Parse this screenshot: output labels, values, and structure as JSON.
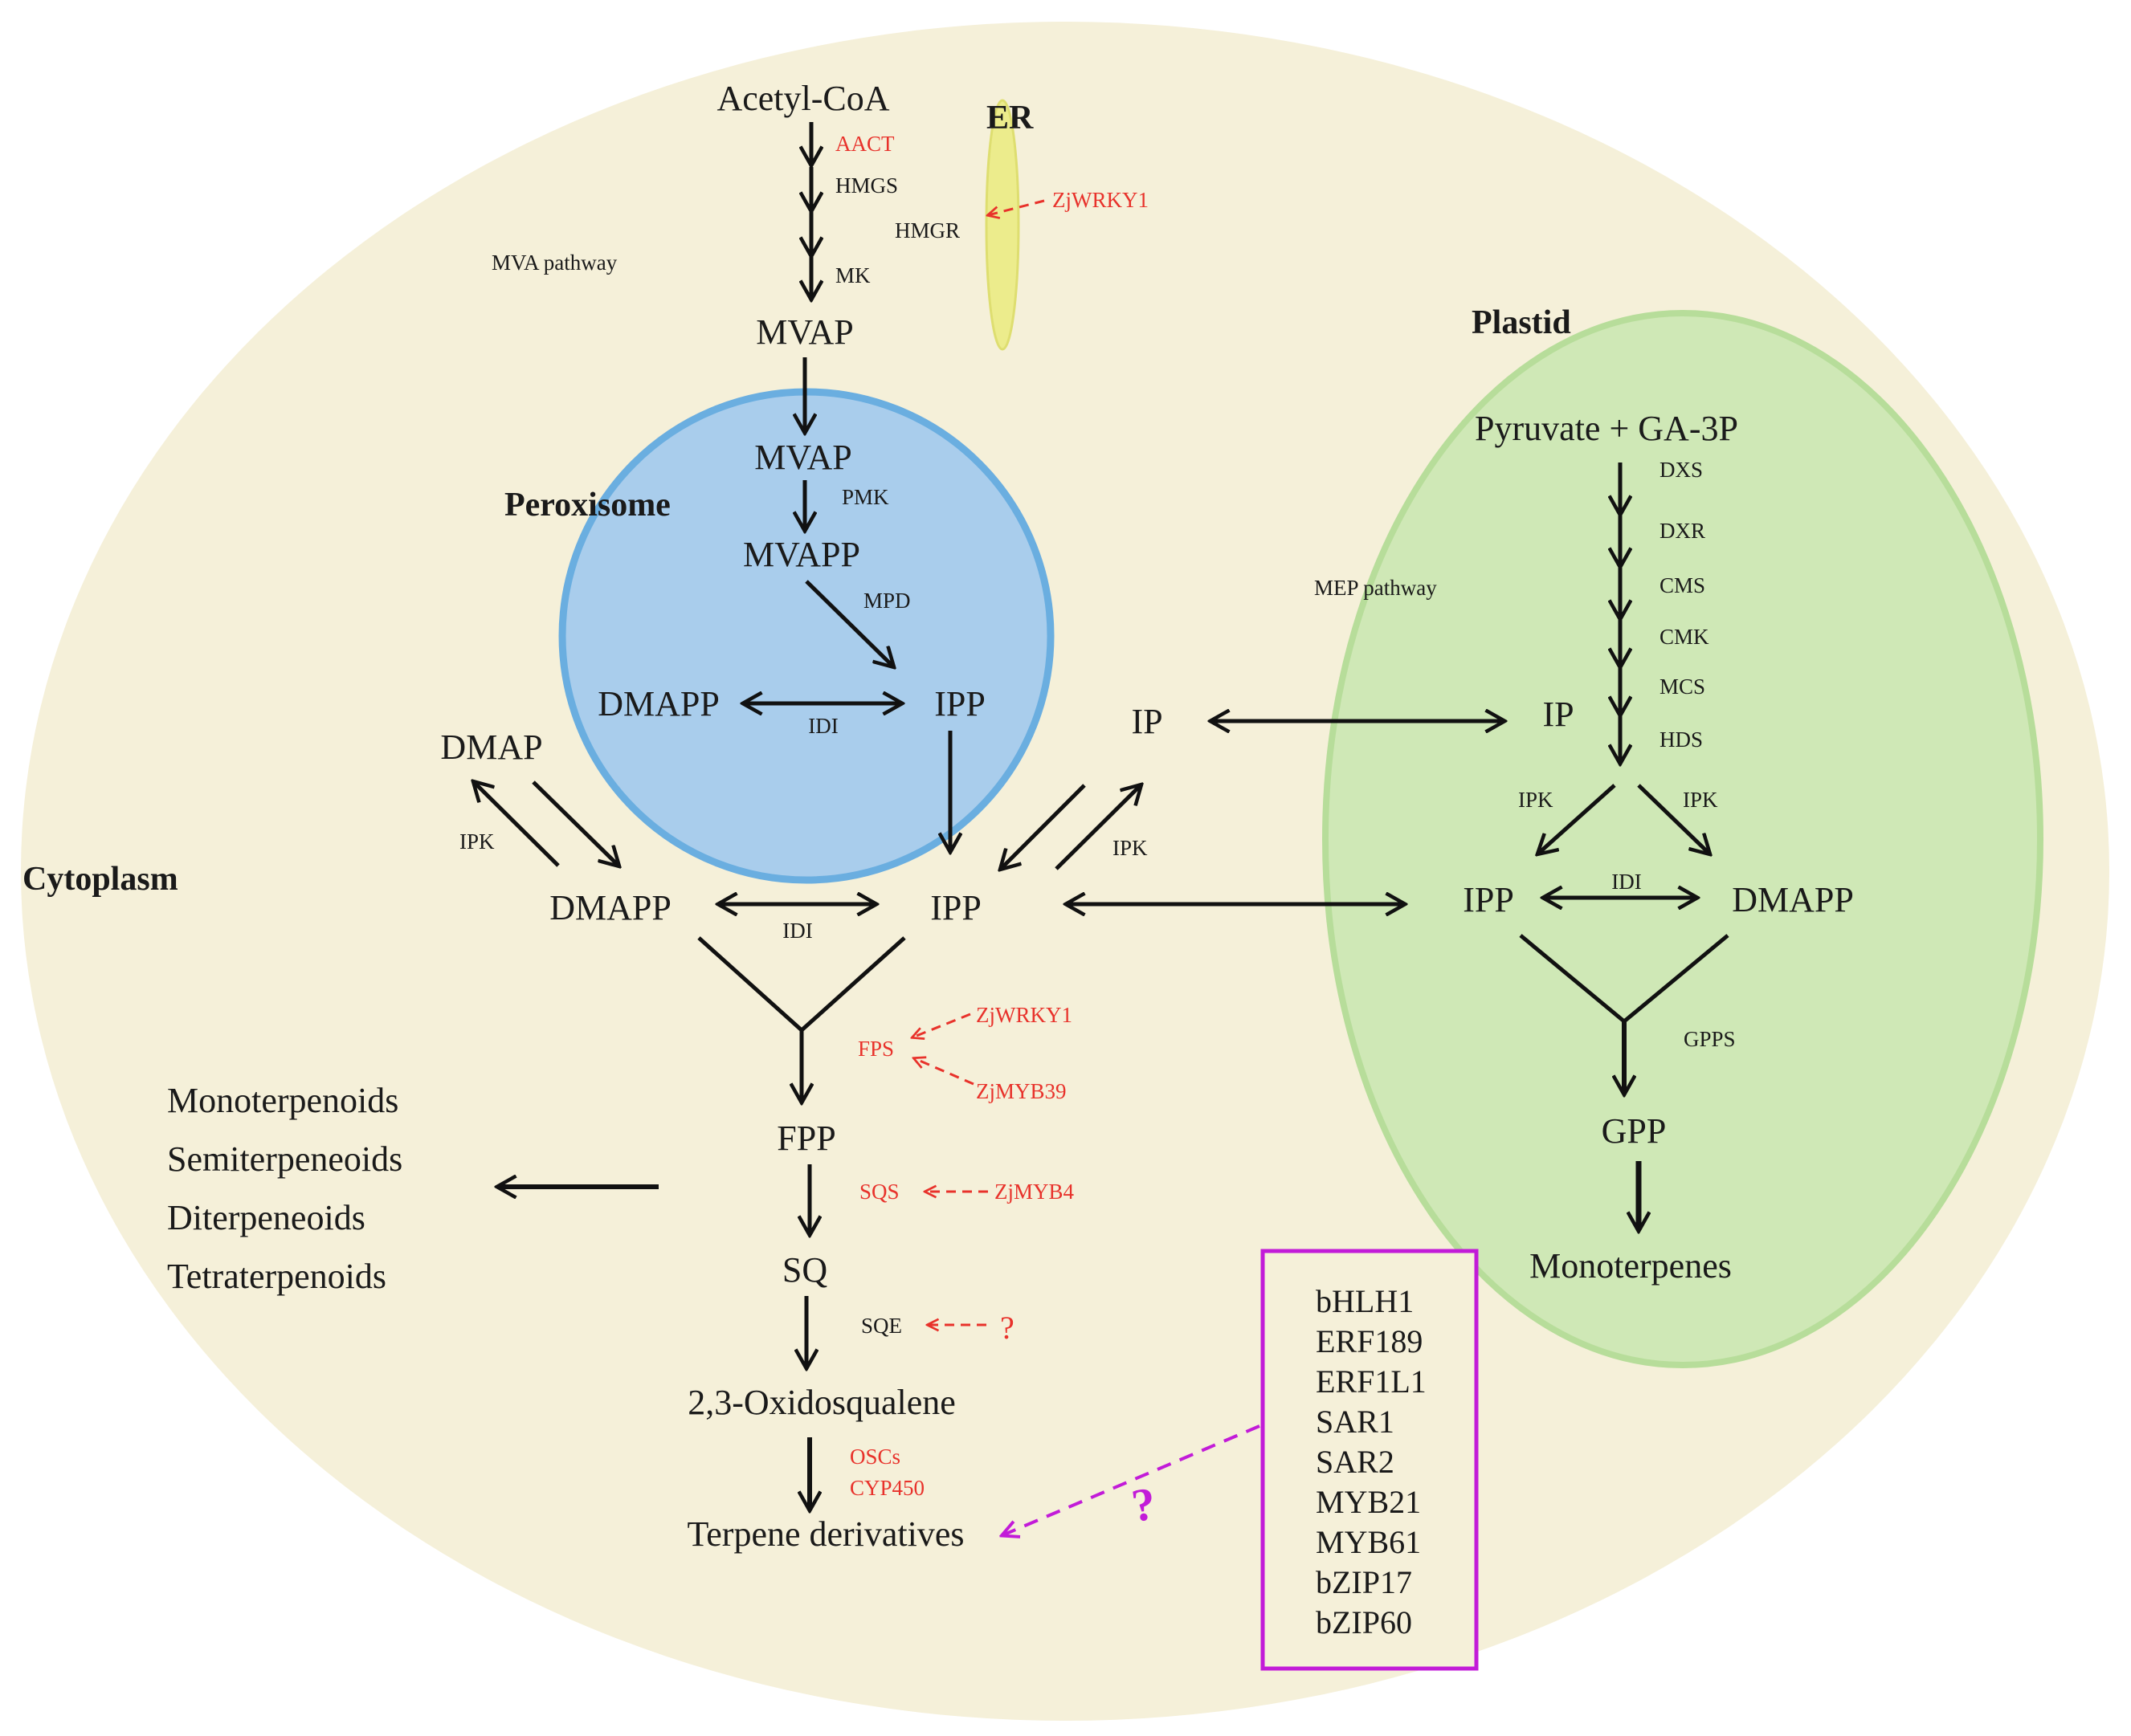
{
  "compartments": {
    "cytoplasm": "Cytoplasm",
    "er": "ER",
    "peroxisome": "Peroxisome",
    "plastid": "Plastid"
  },
  "pathways": {
    "mva": "MVA pathway",
    "mep": "MEP pathway"
  },
  "mva_top": {
    "acetyl_coa": "Acetyl-CoA",
    "aact": "AACT",
    "hmgs": "HMGS",
    "hmgr": "HMGR",
    "mk": "MK",
    "mvap": "MVAP",
    "zjwrky1_er": "ZjWRKY1"
  },
  "peroxisome_steps": {
    "mvap": "MVAP",
    "pmk": "PMK",
    "mvapp": "MVAPP",
    "mpd": "MPD",
    "dmapp": "DMAPP",
    "idi": "IDI",
    "ipp": "IPP"
  },
  "cyto_steps": {
    "dmap": "DMAP",
    "ipk_left": "IPK",
    "dmapp": "DMAPP",
    "idi": "IDI",
    "ipp": "IPP",
    "ip": "IP",
    "ipk_right": "IPK",
    "fps": "FPS",
    "zjwrky1": "ZjWRKY1",
    "zjmyb39": "ZjMYB39",
    "fpp": "FPP",
    "sqs": "SQS",
    "zjmyb4": "ZjMYB4",
    "sq": "SQ",
    "sqe": "SQE",
    "question": "?",
    "oxidosqualene": "2,3-Oxidosqualene",
    "oscs": "OSCs",
    "cyp450": "CYP450",
    "terpene_derivatives": "Terpene derivatives"
  },
  "terpenoid_products": [
    "Monoterpenoids",
    "Semiterpeneoids",
    "Diterpeneoids",
    "Tetraterpenoids"
  ],
  "plastid_steps": {
    "substrate": "Pyruvate + GA-3P",
    "enzymes": [
      "DXS",
      "DXR",
      "CMS",
      "CMK",
      "MCS",
      "HDS"
    ],
    "ip": "IP",
    "ipk_left": "IPK",
    "ipk_right": "IPK",
    "ipp": "IPP",
    "idi": "IDI",
    "dmapp": "DMAPP",
    "gpps": "GPPS",
    "gpp": "GPP",
    "monoterpenes": "Monoterpenes"
  },
  "tf_box": {
    "items": [
      "bHLH1",
      "ERF189",
      "ERF1L1",
      "SAR1",
      "SAR2",
      "MYB21",
      "MYB61",
      "bZIP17",
      "bZIP60"
    ],
    "question": "?"
  },
  "colors": {
    "cell": "#f5f0d9",
    "peroxisome_fill": "#a9cdec",
    "peroxisome_edge": "#6aaee0",
    "plastid_fill": "#cfe8b6",
    "plastid_edge": "#b7dd9a",
    "er": "#ecec8c",
    "regulator_red": "#e8322b",
    "magenta": "#c21bd8"
  }
}
